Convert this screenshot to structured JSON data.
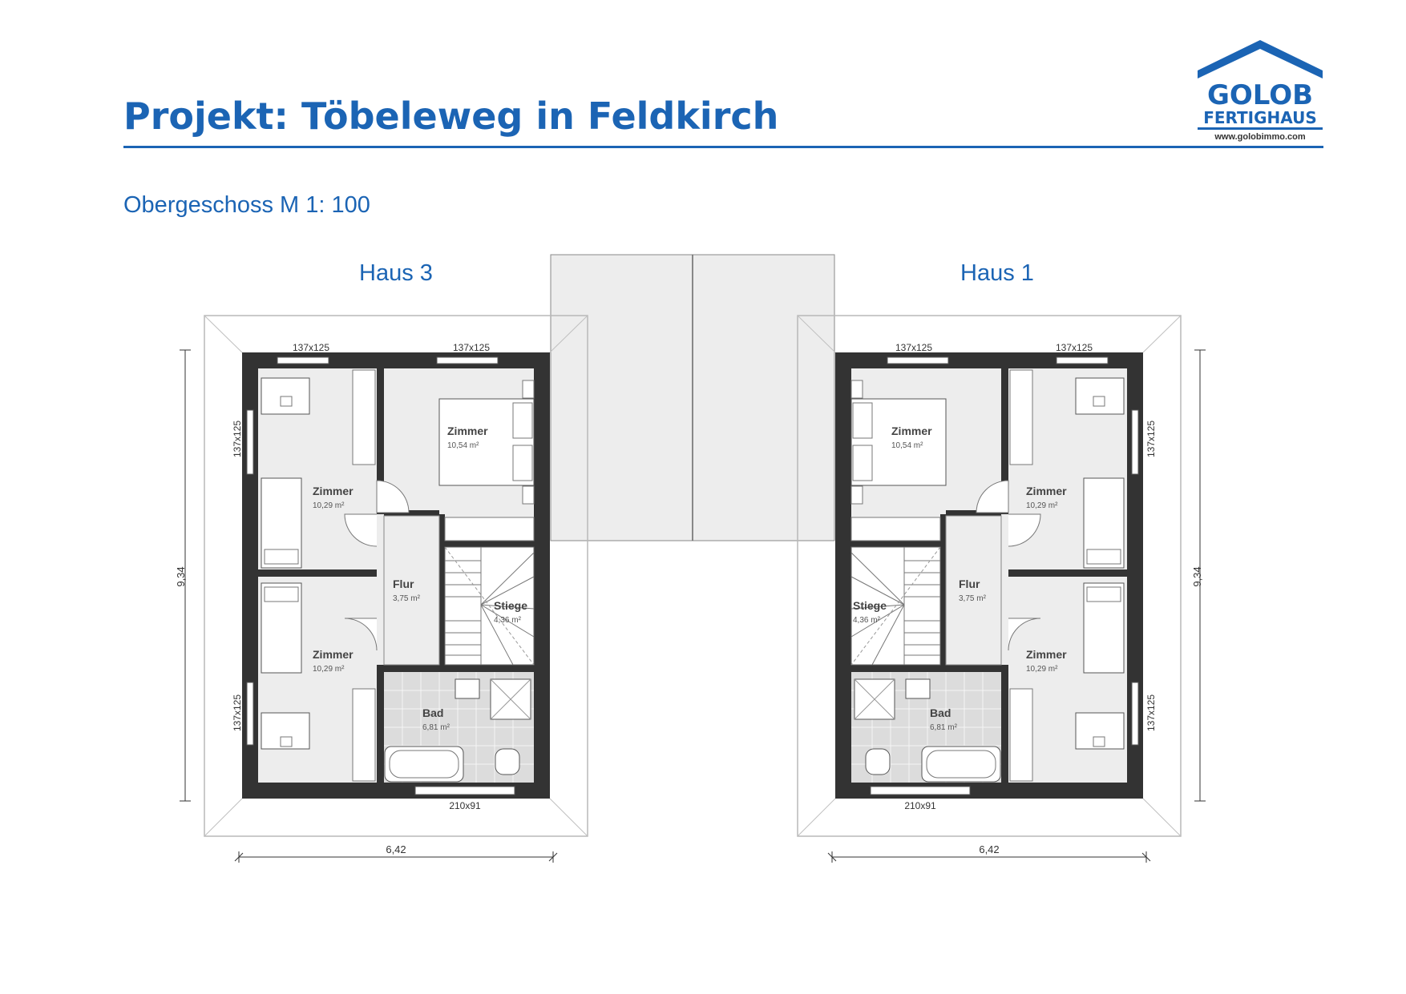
{
  "header": {
    "title": "Projekt: Töbeleweg in Feldkirch",
    "subtitle": "Obergeschoss M 1: 100"
  },
  "logo": {
    "line1": "GOLOB",
    "line2": "FERTIGHAUS",
    "url": "www.golobimmo.com",
    "brand_color": "#1b64b4"
  },
  "houses": [
    {
      "name": "Haus 3",
      "rooms": {
        "zimmer_top_left": {
          "name": "Zimmer",
          "area": "10,29 m²"
        },
        "zimmer_top_right": {
          "name": "Zimmer",
          "area": "10,54 m²"
        },
        "zimmer_bottom": {
          "name": "Zimmer",
          "area": "10,29 m²"
        },
        "flur": {
          "name": "Flur",
          "area": "3,75 m²"
        },
        "stiege": {
          "name": "Stiege",
          "area": "4,36 m²"
        },
        "bad": {
          "name": "Bad",
          "area": "6,81 m²"
        }
      },
      "windows": {
        "top_left": "137x125",
        "top_right": "137x125",
        "side_top": "137x125",
        "side_bottom": "137x125",
        "bottom": "210x91"
      },
      "dimensions": {
        "width": "6,42",
        "depth": "9,34"
      }
    },
    {
      "name": "Haus 1",
      "rooms": {
        "zimmer_top_left": {
          "name": "Zimmer",
          "area": "10,54 m²"
        },
        "zimmer_top_right": {
          "name": "Zimmer",
          "area": "10,29 m²"
        },
        "zimmer_bottom": {
          "name": "Zimmer",
          "area": "10,29 m²"
        },
        "flur": {
          "name": "Flur",
          "area": "3,75 m²"
        },
        "stiege": {
          "name": "Stiege",
          "area": "4,36 m²"
        },
        "bad": {
          "name": "Bad",
          "area": "6,81 m²"
        }
      },
      "windows": {
        "top_left": "137x125",
        "top_right": "137x125",
        "side_top": "137x125",
        "side_bottom": "137x125",
        "bottom": "210x91"
      },
      "dimensions": {
        "width": "6,42",
        "depth": "9,34"
      }
    }
  ],
  "colors": {
    "wall": "#333333",
    "floor": "#ededed",
    "accent": "#1b64b4"
  }
}
